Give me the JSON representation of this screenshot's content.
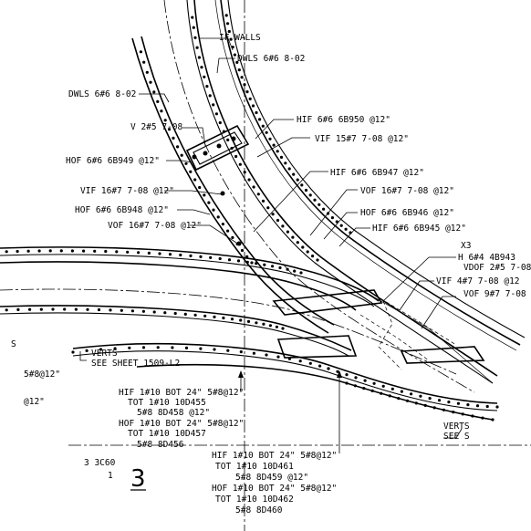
{
  "labels": {
    "if_walls": "IF WALLS",
    "dwls_top": "DWLS 6#6 8-02",
    "dwls_left": "DWLS 6#6 8-02",
    "v_stir": "V 2#5 7-08",
    "hif_6b950": "HIF 6#6 6B950 @12\"",
    "vif_15": "VIF 15#7 7-08 @12\"",
    "hof_6b949": "HOF 6#6 6B949 @12\"",
    "hif_6b947": "HIF 6#6 6B947 @12\"",
    "vif_16": "VIF 16#7 7-08 @12\"",
    "vof_16_right": "VOF 16#7 7-08 @12\"",
    "hof_6b948": "HOF 6#6 6B948 @12\"",
    "hof_6b946": "HOF 6#6 6B946 @12\"",
    "vof_16_left": "VOF 16#7 7-08 @12\"",
    "hif_6b945": "HIF 6#6 6B945 @12\"",
    "x3": "X3",
    "h_4b943": "H 6#4 4B943",
    "vdof": "VDOF 2#5 7-08",
    "vif_4": "VIF 4#7 7-08 @12",
    "vof_9": "VOF 9#7 7-08",
    "s_left": "S",
    "verts_left_1": "VERTS",
    "verts_left_2": "SEE SHEET 1509-L2",
    "frag_5_8_12": "5#8@12\"",
    "frag_12": "@12\"",
    "hif_10d455_1": "HIF 1#10 BOT 24\" 5#8@12\"",
    "hif_10d455_2": "TOT 1#10 10D455",
    "hif_10d455_3": "5#8 8D458 @12\"",
    "hof_10d457_1": "HOF 1#10 BOT 24\" 5#8@12\"",
    "hof_10d457_2": "TOT 1#10 10D457",
    "hof_10d457_3": "5#8 8D456",
    "verts_right_1": "VERTS",
    "verts_right_2": "SEE S",
    "frag_3c60": "3 3C60",
    "frag_1": "1",
    "section_no": "3",
    "hif_10d461_1": "HIF 1#10 BOT 24\" 5#8@12\"",
    "hif_10d461_2": "TOT 1#10 10D461",
    "hif_10d461_3": "5#8 8D459 @12\"",
    "hof_10d462_1": "HOF 1#10 BOT 24\" 5#8@12\"",
    "hof_10d462_2": "TOT 1#10 10D462",
    "hof_10d462_3": "5#8 8D460"
  }
}
